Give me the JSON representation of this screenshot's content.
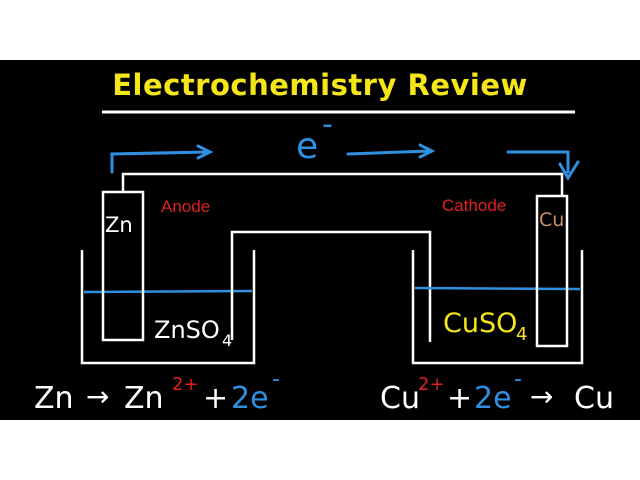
{
  "title": "Electrochemistry Review",
  "electron_flow": {
    "label": "e",
    "charge": "-"
  },
  "anode": {
    "label": "Anode",
    "electrode": "Zn",
    "solution": "ZnSO",
    "solution_sub": "4",
    "equation": {
      "reactant": "Zn",
      "arrow": "→",
      "product": "Zn",
      "product_charge": "2+",
      "plus": "+",
      "electrons": "2e",
      "electron_charge": "-"
    }
  },
  "cathode": {
    "label": "Cathode",
    "electrode": "Cu",
    "solution": "CuSO",
    "solution_sub": "4",
    "equation": {
      "reactant": "Cu",
      "reactant_charge": "2+",
      "plus": "+",
      "electrons": "2e",
      "electron_charge": "-",
      "arrow": "→",
      "product": "Cu"
    }
  },
  "colors": {
    "background": "#000000",
    "title": "#f5e61a",
    "lines": "#ffffff",
    "electron": "#2f8fe0",
    "label_red": "#e02020",
    "solution_yellow": "#f5e61a",
    "copper": "#c8906a"
  }
}
